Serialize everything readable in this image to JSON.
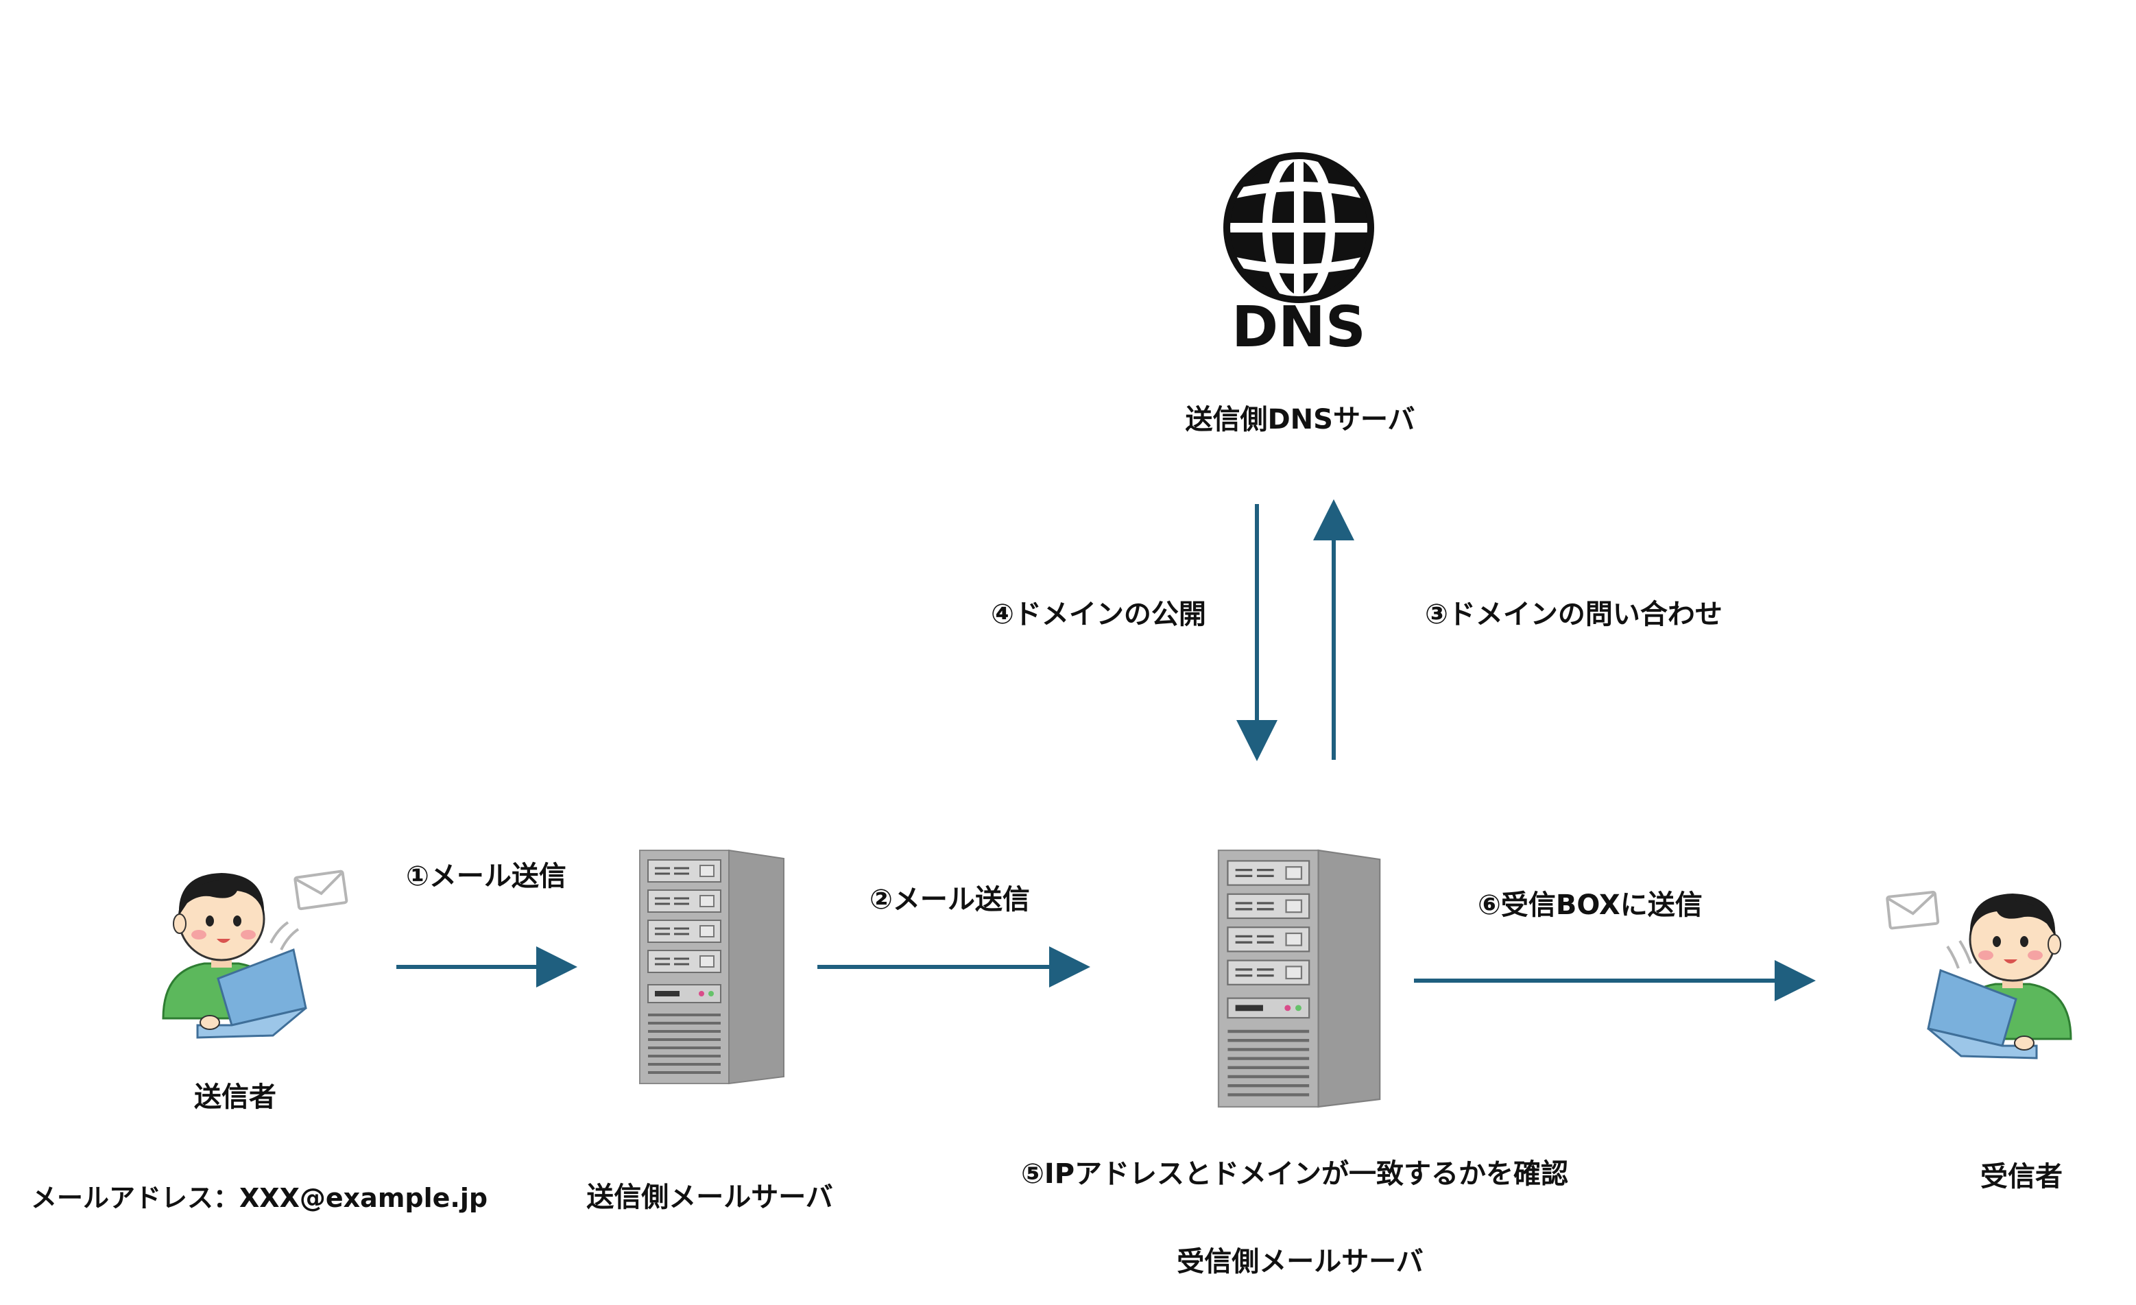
{
  "dns_node": {
    "logo_text": "DNS",
    "label": "送信側DNSサーバ"
  },
  "sender": {
    "label": "送信者",
    "address": "メールアドレス：XXX@example.jp"
  },
  "sending_mail_server": {
    "label": "送信側メールサーバ"
  },
  "receiving_mail_server": {
    "check_note": "⑤IPアドレスとドメインが一致するかを確認",
    "label": "受信側メールサーバ"
  },
  "receiver": {
    "label": "受信者"
  },
  "steps": {
    "step1": "①メール送信",
    "step2": "②メール送信",
    "step3": "③ドメインの問い合わせ",
    "step4": "④ドメインの公開",
    "step6": "⑥受信BOXに送信"
  },
  "colors": {
    "arrow": "#1f5f7f",
    "server_body": "#a4a4a4",
    "shirt": "#5cb85c",
    "laptop": "#7ab0dc"
  }
}
